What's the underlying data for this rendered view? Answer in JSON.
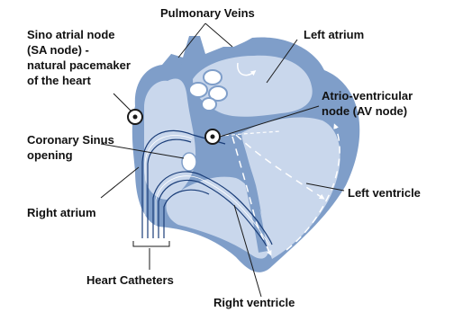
{
  "labels": {
    "pulmonary_veins": "Pulmonary Veins",
    "left_atrium": "Left atrium",
    "sa_node_line1": "Sino atrial node",
    "sa_node_line2": "(SA node) -",
    "sa_node_line3": "natural pacemaker",
    "sa_node_line4": "of the heart",
    "av_node_line1": "Atrio-ventricular",
    "av_node_line2": "node (AV node)",
    "coronary_sinus_line1": "Coronary Sinus",
    "coronary_sinus_line2": "opening",
    "left_ventricle": "Left ventricle",
    "right_atrium": "Right atrium",
    "heart_catheters": "Heart Catheters",
    "right_ventricle": "Right ventricle"
  },
  "colors": {
    "outer_wall": "#7f9ec9",
    "chamber_fill": "#c9d7ec",
    "inner_light": "#dbe5f3",
    "line": "#1a1a1a",
    "conduction": "#ffffff"
  }
}
